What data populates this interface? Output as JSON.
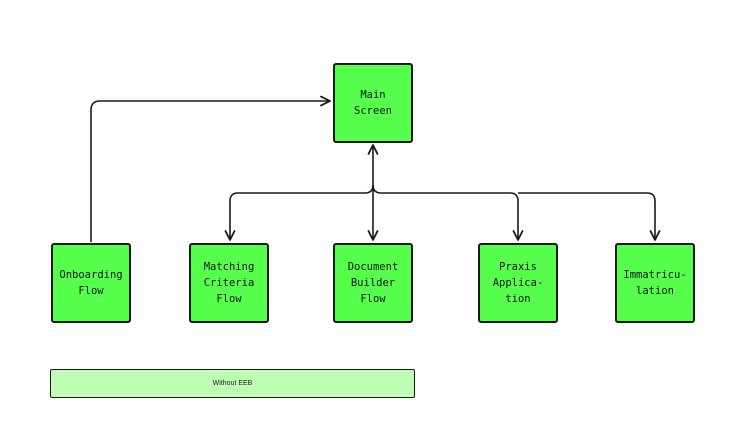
{
  "diagram": {
    "nodes": {
      "main_screen": "Main\nScreen",
      "onboarding": "Onboarding\nFlow",
      "matching": "Matching\nCriteria\nFlow",
      "document_builder": "Document\nBuilder\nFlow",
      "praxis": "Praxis\nApplica-\ntion",
      "immatriculation": "Immatricu-\nlation"
    },
    "legend": {
      "without_eeb": "Without EEB"
    },
    "colors": {
      "node_fill": "#55ff4c",
      "legend_fill": "#bdffb3",
      "stroke": "#1a1a1a"
    }
  }
}
